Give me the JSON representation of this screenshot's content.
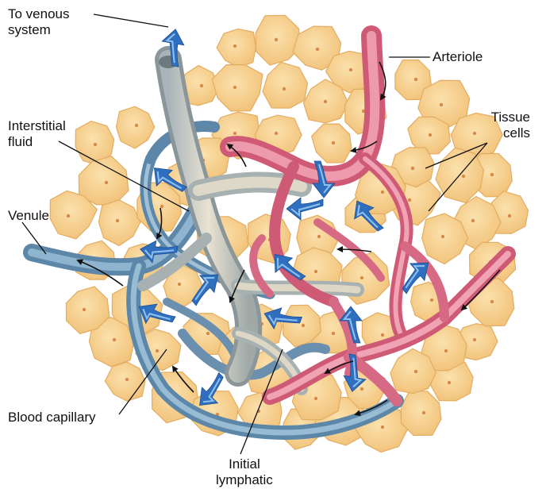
{
  "labels": {
    "to_venous_system": [
      "To venous",
      "system"
    ],
    "arteriole": "Arteriole",
    "tissue_cells": [
      "Tissue",
      "cells"
    ],
    "interstitial_fluid": [
      "Interstitial",
      "fluid"
    ],
    "venule": "Venule",
    "blood_capillary": "Blood capillary",
    "initial_lymphatic": [
      "Initial",
      "lymphatic"
    ]
  },
  "colors": {
    "tissue_cell": "#f6cf8a",
    "tissue_cell_edge": "#e3ad62",
    "cell_nucleus": "#d88a4a",
    "arterial_vessel": "#e3748e",
    "venous_vessel": "#6f97b5",
    "lymphatic_vessel": "#c9c4b2",
    "flow_arrow": "#2f6fc0",
    "flow_arrow_light": "#8fc0ee",
    "direction_arrow": "#111111"
  }
}
